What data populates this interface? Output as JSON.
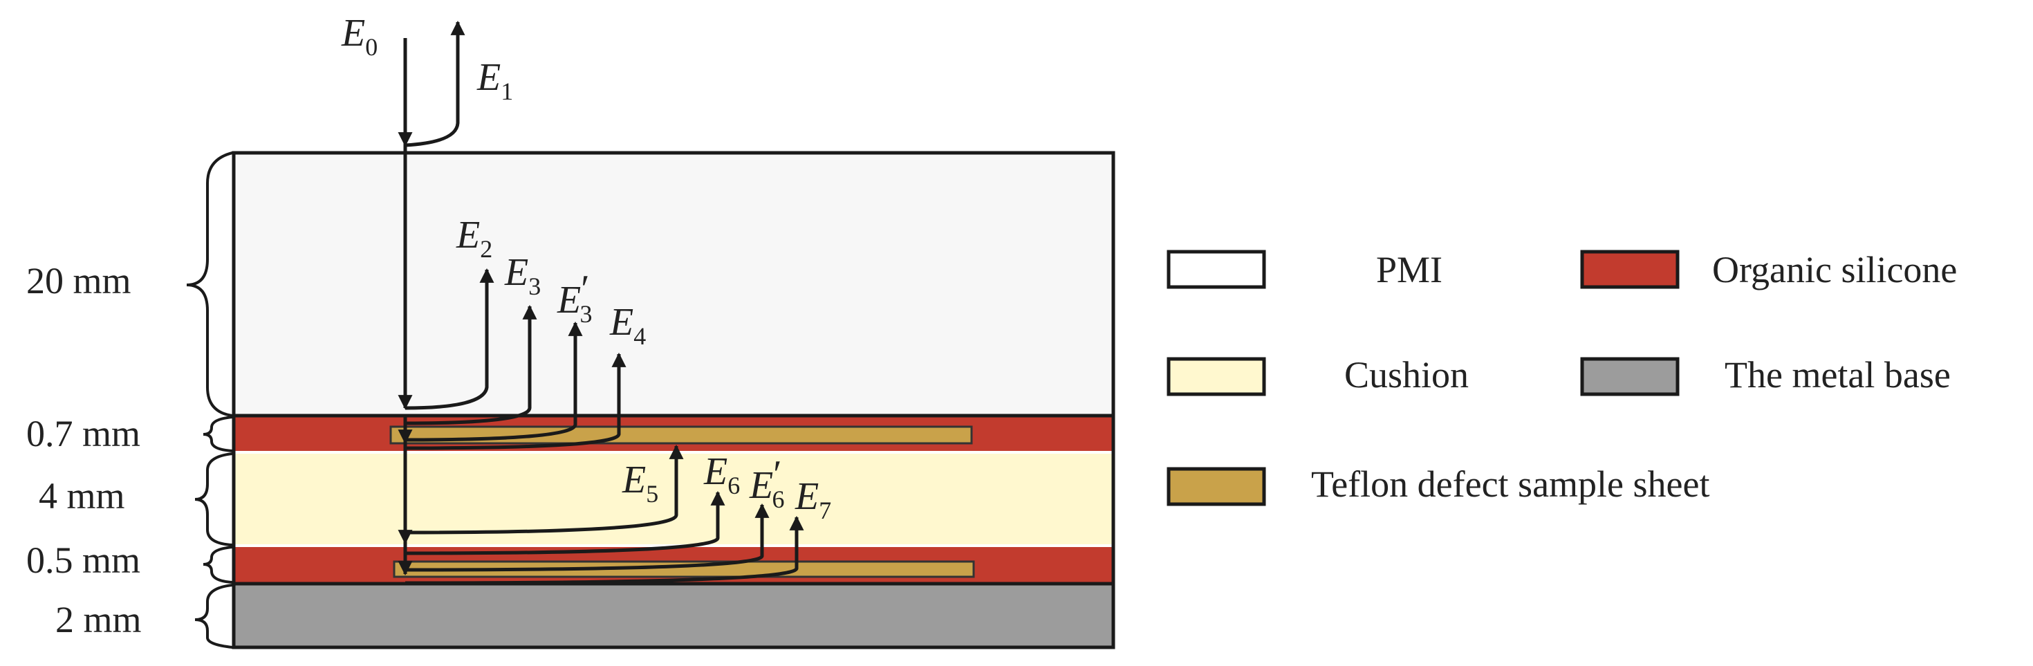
{
  "layers": [
    {
      "thickness_label": "20 mm",
      "material": "PMI"
    },
    {
      "thickness_label": "0.7 mm",
      "material": "Organic silicone"
    },
    {
      "thickness_label": "4 mm",
      "material": "Cushion"
    },
    {
      "thickness_label": "0.5 mm",
      "material": "Organic silicone"
    },
    {
      "thickness_label": "2 mm",
      "material": "The metal base"
    }
  ],
  "legend": [
    {
      "label": "PMI",
      "color": "#ffffff"
    },
    {
      "label": "Organic silicone",
      "color": "#c23b2e"
    },
    {
      "label": "Cushion",
      "color": "#fff8cf"
    },
    {
      "label": "The metal base",
      "color": "#9c9c9c"
    },
    {
      "label": "Teflon defect sample sheet",
      "color": "#c9a24a"
    }
  ],
  "colors": {
    "pmi": "#f7f7f7",
    "silicone": "#c23b2e",
    "cushion": "#fff8cf",
    "metal": "#9c9c9c",
    "teflon": "#c9a24a"
  },
  "signals": [
    {
      "base": "E",
      "sub": "0",
      "prime": ""
    },
    {
      "base": "E",
      "sub": "1",
      "prime": ""
    },
    {
      "base": "E",
      "sub": "2",
      "prime": ""
    },
    {
      "base": "E",
      "sub": "3",
      "prime": ""
    },
    {
      "base": "E",
      "sub": "3",
      "prime": "′"
    },
    {
      "base": "E",
      "sub": "4",
      "prime": ""
    },
    {
      "base": "E",
      "sub": "5",
      "prime": ""
    },
    {
      "base": "E",
      "sub": "6",
      "prime": ""
    },
    {
      "base": "E",
      "sub": "6",
      "prime": "′"
    },
    {
      "base": "E",
      "sub": "7",
      "prime": ""
    }
  ]
}
